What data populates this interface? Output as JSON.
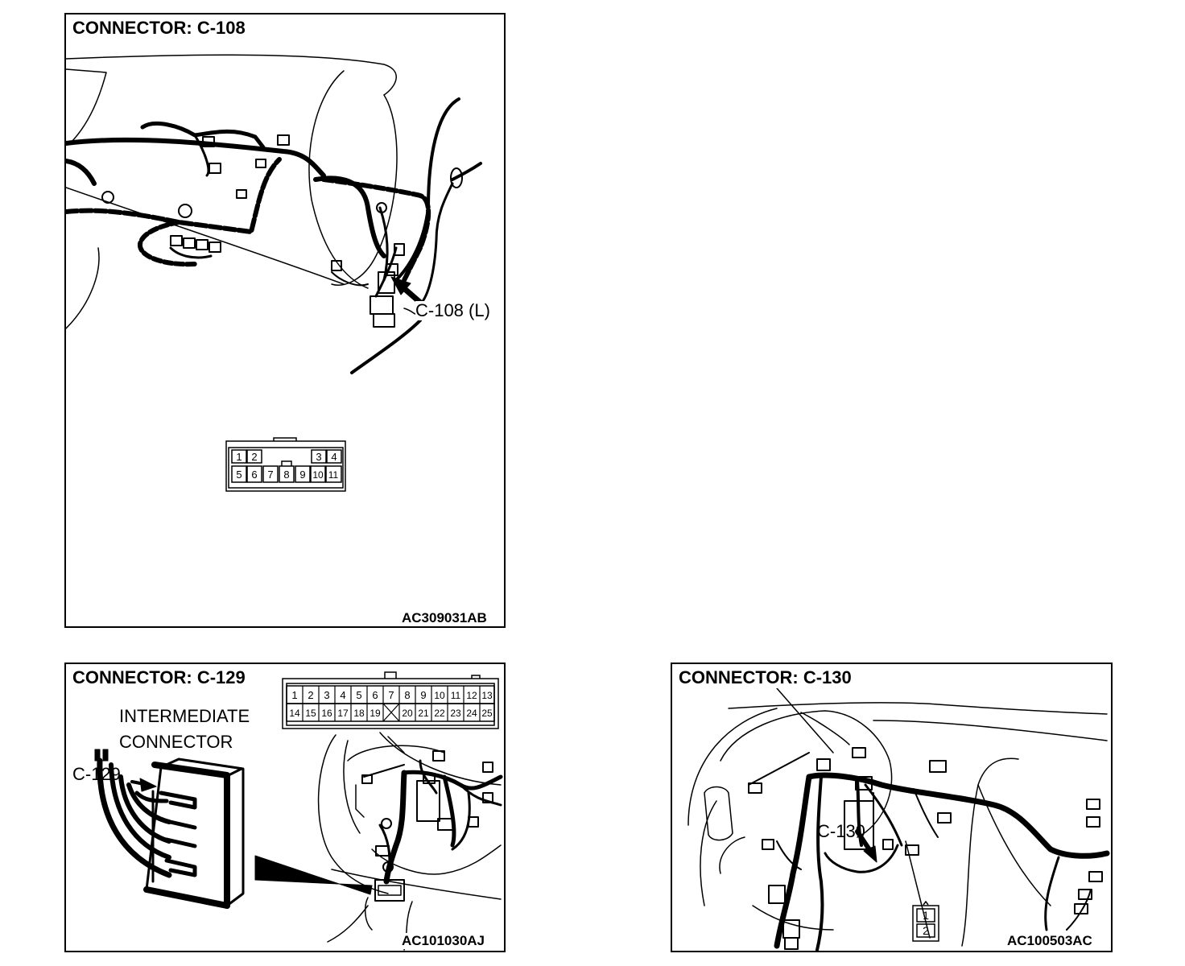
{
  "panel_c108": {
    "title": "CONNECTOR: C-108",
    "callout": "C-108 (L)",
    "code": "AC309031AB",
    "pins_top": [
      "1",
      "2",
      "3",
      "4"
    ],
    "pins_bottom": [
      "5",
      "6",
      "7",
      "8",
      "9",
      "10",
      "11"
    ]
  },
  "panel_c129": {
    "title": "CONNECTOR: C-129",
    "label_line1": "INTERMEDIATE",
    "label_line2": "CONNECTOR",
    "callout": "C-129",
    "code": "AC101030AJ",
    "pins_top": [
      "1",
      "2",
      "3",
      "4",
      "5",
      "6",
      "7",
      "8",
      "9",
      "10",
      "11",
      "12",
      "13"
    ],
    "pins_bottom": [
      "14",
      "15",
      "16",
      "17",
      "18",
      "19",
      "",
      "20",
      "21",
      "22",
      "23",
      "24",
      "25"
    ]
  },
  "panel_c130": {
    "title": "CONNECTOR: C-130",
    "callout": "C-130",
    "code": "AC100503AC",
    "pins": [
      "1",
      "2"
    ]
  }
}
